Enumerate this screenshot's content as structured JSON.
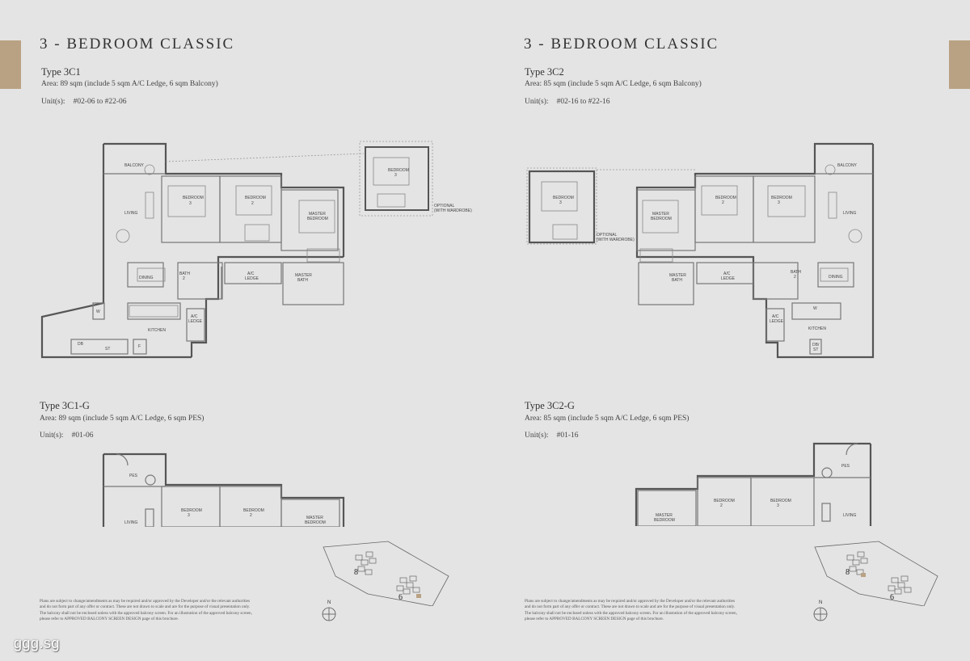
{
  "left": {
    "title": "3 - BEDROOM CLASSIC",
    "plan_a": {
      "type": "Type 3C1",
      "area": "Area: 89 sqm (include 5 sqm A/C Ledge, 6 sqm Balcony)",
      "units_label": "Unit(s):",
      "units_value": "#02-06 to #22-06",
      "labels": {
        "balcony": "BALCONY",
        "living": "LIVING",
        "bedroom3": "BEDROOM",
        "bedroom3_num": "3",
        "bedroom2": "BEDROOM",
        "bedroom2_num": "2",
        "master_bedroom_1": "MASTER",
        "master_bedroom_2": "BEDROOM",
        "dining": "DINING",
        "bath2": "BATH",
        "bath2_num": "2",
        "ac_ledge_1": "A/C",
        "ac_ledge_2": "LEDGE",
        "master_bath_1": "MASTER",
        "master_bath_2": "BATH",
        "w": "W",
        "kitchen": "KITCHEN",
        "db": "DB",
        "st": "ST",
        "f": "F",
        "ac_ledge2_1": "A/C",
        "ac_ledge2_2": "LEDGE",
        "opt_bedroom": "BEDROOM",
        "opt_bedroom_num": "3",
        "optional_1": "OPTIONAL",
        "optional_2": "(WITH WARDROBE)"
      }
    },
    "plan_b": {
      "type": "Type 3C1-G",
      "area": "Area: 89 sqm (include 5 sqm A/C Ledge, 6 sqm PES)",
      "units_label": "Unit(s):",
      "units_value": "#01-06",
      "labels": {
        "pes": "PES",
        "living": "LIVING",
        "bedroom3": "BEDROOM",
        "bedroom3_num": "3",
        "bedroom2": "BEDROOM",
        "bedroom2_num": "2",
        "master_1": "MASTER",
        "master_2": "BEDROOM"
      }
    },
    "site": {
      "block_8": "8",
      "block_6": "6"
    },
    "compass": "N",
    "disclaimer": [
      "Plans are subject to change/amendments as may be required and/or approved by the Developer and/or the relevant authorities",
      "and do not form part of any offer or contract. These are not drawn to scale and are for the purpose of visual presentation only.",
      "The balcony shall not be enclosed unless with the approved balcony screen. For an illustration of the approved balcony screen,",
      "please refer to APPROVED BALCONY SCREEN DESIGN page of this brochure."
    ]
  },
  "right": {
    "title": "3 - BEDROOM CLASSIC",
    "plan_a": {
      "type": "Type 3C2",
      "area": "Area: 85 sqm (include 5 sqm A/C Ledge, 6 sqm Balcony)",
      "units_label": "Unit(s):",
      "units_value": "#02-16 to #22-16",
      "labels": {
        "balcony": "BALCONY",
        "living": "LIVING",
        "bedroom3": "BEDROOM",
        "bedroom3_num": "3",
        "bedroom2": "BEDROOM",
        "bedroom2_num": "2",
        "master_bedroom_1": "MASTER",
        "master_bedroom_2": "BEDROOM",
        "dining": "DINING",
        "bath2": "BATH",
        "bath2_num": "2",
        "ac_ledge_1": "A/C",
        "ac_ledge_2": "LEDGE",
        "master_bath_1": "MASTER",
        "master_bath_2": "BATH",
        "w": "W",
        "kitchen": "KITCHEN",
        "db": "DB/",
        "st": "ST",
        "ac_ledge2_1": "A/C",
        "ac_ledge2_2": "LEDGE",
        "opt_bedroom": "BEDROOM",
        "opt_bedroom_num": "3",
        "optional_1": "OPTIONAL",
        "optional_2": "(WITH WARDROBE)"
      }
    },
    "plan_b": {
      "type": "Type 3C2-G",
      "area": "Area: 85 sqm (include 5 sqm A/C Ledge, 6 sqm PES)",
      "units_label": "Unit(s):",
      "units_value": "#01-16",
      "labels": {
        "pes": "PES",
        "living": "LIVING",
        "bedroom2": "BEDROOM",
        "bedroom2_num": "2",
        "bedroom3": "BEDROOM",
        "bedroom3_num": "3",
        "master_1": "MASTER",
        "master_2": "BEDROOM"
      }
    },
    "site": {
      "block_8": "8",
      "block_6": "6"
    },
    "compass": "N",
    "disclaimer": [
      "Plans are subject to change/amendments as may be required and/or approved by the Developer and/or the relevant authorities",
      "and do not form part of any offer or contract. These are not drawn to scale and are for the purpose of visual presentation only.",
      "The balcony shall not be enclosed unless with the approved balcony screen. For an illustration of the approved balcony screen,",
      "please refer to APPROVED BALCONY SCREEN DESIGN page of this brochure."
    ]
  },
  "watermark": "ggg.sg",
  "colors": {
    "background": "#e4e4e4",
    "tab": "#b9a283",
    "wall": "#555555"
  }
}
